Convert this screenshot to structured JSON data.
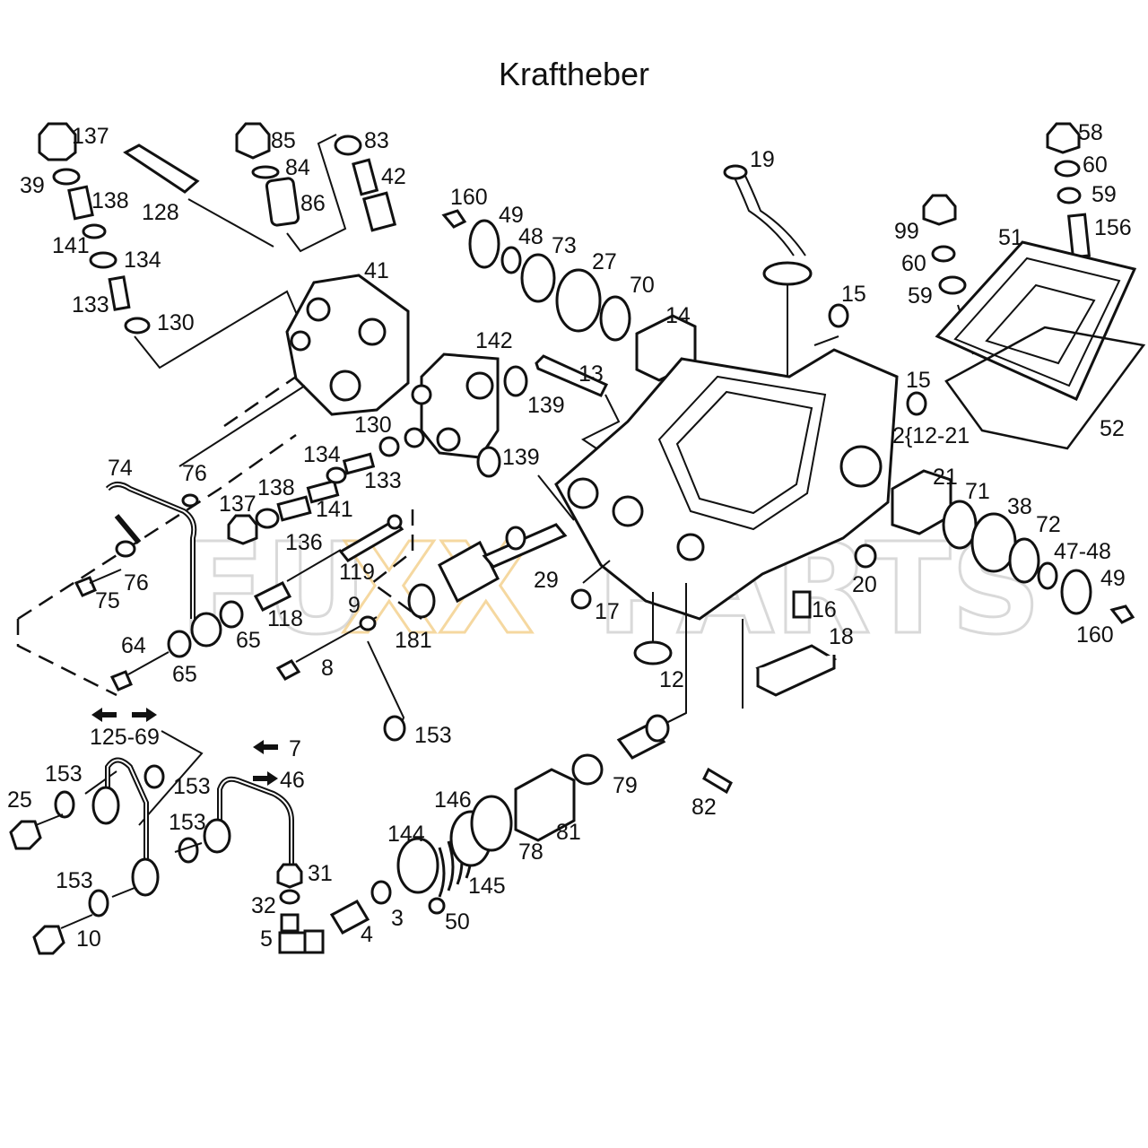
{
  "title": "Kraftheber",
  "watermark": {
    "left": "FU",
    "middle": "XX",
    "right": "PARTS",
    "accent_color": "#f2c879"
  },
  "callouts": {
    "c137a": "137",
    "c39": "39",
    "c138a": "138",
    "c141a": "141",
    "c134a": "134",
    "c133a": "133",
    "c130a": "130",
    "c128": "128",
    "c85": "85",
    "c84": "84",
    "c86": "86",
    "c83": "83",
    "c42": "42",
    "c41": "41",
    "c19": "19",
    "c160a": "160",
    "c49a": "49",
    "c48a": "48",
    "c73": "73",
    "c27": "27",
    "c70": "70",
    "c14": "14",
    "c58": "58",
    "c60a": "60",
    "c59a": "59",
    "c156": "156",
    "c99": "99",
    "c60b": "60",
    "c59b": "59",
    "c51": "51",
    "c52": "52",
    "c15a": "15",
    "c15b": "15",
    "c2": "2{12-21",
    "c142": "142",
    "c13": "13",
    "c139a": "139",
    "c139b": "139",
    "c130b": "130",
    "c134b": "134",
    "c133b": "133",
    "c74": "74",
    "c76a": "76",
    "c76b": "76",
    "c75": "75",
    "c137b": "137",
    "c138b": "138",
    "c141b": "141",
    "c136": "136",
    "c119": "119",
    "c118": "118",
    "c29": "29",
    "c17": "17",
    "c21": "21",
    "c71": "71",
    "c38": "38",
    "c72": "72",
    "c4748": "47-48",
    "c49b": "49",
    "c160b": "160",
    "c20": "20",
    "c16": "16",
    "c18": "18",
    "c12": "12",
    "c64": "64",
    "c65a": "65",
    "c65b": "65",
    "c9": "9",
    "c181": "181",
    "c8": "8",
    "c153a": "153",
    "c12569": "125-69",
    "c7": "7",
    "c46": "46",
    "c153b": "153",
    "c153c": "153",
    "c153d": "153",
    "c153e": "153",
    "c25": "25",
    "c10": "10",
    "c31": "31",
    "c32": "32",
    "c5": "5",
    "c4": "4",
    "c3": "3",
    "c50": "50",
    "c144": "144",
    "c146": "146",
    "c145": "145",
    "c78": "78",
    "c81": "81",
    "c79": "79",
    "c82": "82"
  }
}
